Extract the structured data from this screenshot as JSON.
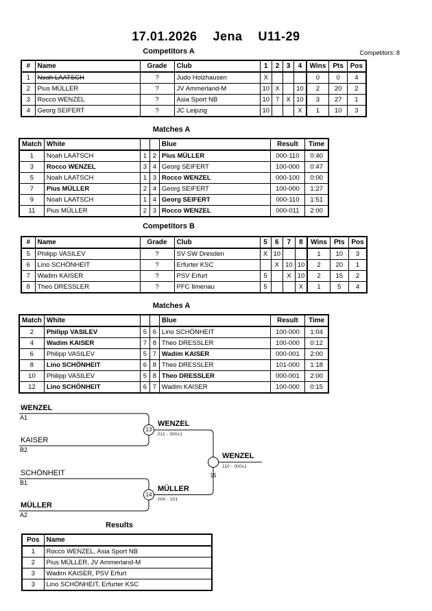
{
  "header": {
    "title": "17.01.2026  Jena  U11-29",
    "competitors_total": "Competitors: 8"
  },
  "competitors_a": {
    "heading": "Competitors A",
    "table": {
      "headers": [
        "#",
        "Name",
        "Grade",
        "Club",
        "1",
        "2",
        "3",
        "4",
        "Wins",
        "Pts",
        "Pos"
      ],
      "rows": [
        [
          "1",
          {
            "t": "Noah LAATSCH",
            "s": true
          },
          "?",
          "Judo Holzhausen",
          "X",
          "",
          "",
          "",
          "0",
          "0",
          "4"
        ],
        [
          "2",
          "Pius MÜLLER",
          "?",
          "JV Ammerland-M",
          "10",
          "X",
          "",
          "10",
          "2",
          "20",
          "2"
        ],
        [
          "3",
          "Rocco WENZEL",
          "?",
          "Asia Sport NB",
          "10",
          "7",
          "X",
          "10",
          "3",
          "27",
          "1"
        ],
        [
          "4",
          "Georg SEIFERT",
          "?",
          "JC Leipzig",
          "10",
          "",
          "",
          "X",
          "1",
          "10",
          "3"
        ]
      ]
    }
  },
  "matches_a": {
    "heading": "Matches A",
    "table": {
      "headers": [
        "Match",
        "White",
        "",
        "",
        "Blue",
        "Result",
        "Time"
      ],
      "rows": [
        [
          "1",
          "Noah LAATSCH",
          "1",
          "2",
          {
            "t": "Pius MÜLLER",
            "b": true
          },
          "000-110",
          "0:40"
        ],
        [
          "3",
          {
            "t": "Rocco WENZEL",
            "b": true
          },
          "3",
          "4",
          "Georg SEIFERT",
          "100-000",
          "0:47"
        ],
        [
          "5",
          "Noah LAATSCH",
          "1",
          "3",
          {
            "t": "Rocco WENZEL",
            "b": true
          },
          "000-100",
          "0:00"
        ],
        [
          "7",
          {
            "t": "Pius MÜLLER",
            "b": true
          },
          "2",
          "4",
          "Georg SEIFERT",
          "100-000",
          "1:27"
        ],
        [
          "9",
          "Noah LAATSCH",
          "1",
          "4",
          {
            "t": "Georg SEIFERT",
            "b": true
          },
          "000-110",
          "1:51"
        ],
        [
          "11",
          "Pius MÜLLER",
          "2",
          "3",
          {
            "t": "Rocco WENZEL",
            "b": true
          },
          "000-011",
          "2:00"
        ]
      ]
    }
  },
  "competitors_b": {
    "heading": "Competitors B",
    "table": {
      "headers": [
        "#",
        "Name",
        "Grade",
        "Club",
        "5",
        "6",
        "7",
        "8",
        "Wins",
        "Pts",
        "Pos"
      ],
      "rows": [
        [
          "5",
          "Philipp VASILEV",
          "?",
          "SV SW Dresden",
          "X",
          "10",
          "",
          "",
          "1",
          "10",
          "3"
        ],
        [
          "6",
          "Lino SCHÖNHEIT",
          "?",
          "Erfurter KSC",
          "",
          "X",
          "10",
          "10",
          "2",
          "20",
          "1"
        ],
        [
          "7",
          "Wadim KAISER",
          "?",
          "PSV Erfurt",
          "5",
          "",
          "X",
          "10",
          "2",
          "15",
          "2"
        ],
        [
          "8",
          "Theo DRESSLER",
          "?",
          "PFC Ilmenau",
          "5",
          "",
          "",
          "X",
          "1",
          "5",
          "4"
        ]
      ]
    }
  },
  "matches_b": {
    "heading": "Matches A",
    "table": {
      "headers": [
        "Match",
        "White",
        "",
        "",
        "Blue",
        "Result",
        "Time"
      ],
      "rows": [
        [
          "2",
          {
            "t": "Philipp VASILEV",
            "b": true
          },
          "5",
          "6",
          "Lino SCHÖNHEIT",
          "100-000",
          "1:04"
        ],
        [
          "4",
          {
            "t": "Wadim KAISER",
            "b": true
          },
          "7",
          "8",
          "Theo DRESSLER",
          "100-000",
          "0:12"
        ],
        [
          "6",
          "Philipp VASILEV",
          "5",
          "7",
          {
            "t": "Wadim KAISER",
            "b": true
          },
          "000-001",
          "2:00"
        ],
        [
          "8",
          {
            "t": "Lino SCHÖNHEIT",
            "b": true
          },
          "6",
          "8",
          "Theo DRESSLER",
          "101-000",
          "1:18"
        ],
        [
          "10",
          "Philipp VASILEV",
          "5",
          "8",
          {
            "t": "Theo DRESSLER",
            "b": true
          },
          "000-001",
          "2:00"
        ],
        [
          "12",
          {
            "t": "Lino SCHÖNHEIT",
            "b": true
          },
          "6",
          "7",
          "Wadim KAISER",
          "100-000",
          "0:15"
        ]
      ]
    }
  },
  "bracket": {
    "semi1": {
      "match_no": "13",
      "top": {
        "name": "WENZEL",
        "seed": "A1",
        "bold": true
      },
      "bottom": {
        "name": "KAISER",
        "seed": "B2",
        "bold": false
      },
      "winner": {
        "name": "WENZEL",
        "score": "011 - 000s1"
      }
    },
    "semi2": {
      "match_no": "14",
      "top": {
        "name": "SCHÖNHEIT",
        "seed": "B1",
        "bold": false
      },
      "bottom": {
        "name": "MÜLLER",
        "seed": "A2",
        "bold": true
      },
      "winner": {
        "name": "MÜLLER",
        "score": "000 - 101"
      }
    },
    "final": {
      "match_no": "15",
      "winner": {
        "name": "WENZEL",
        "score": "110 - 000s1"
      }
    }
  },
  "results": {
    "heading": "Results",
    "table": {
      "headers": [
        "Pos",
        "Name"
      ],
      "rows": [
        [
          "1",
          "Rocco WENZEL, Asia Sport NB"
        ],
        [
          "2",
          "Pius MÜLLER, JV Ammerland-M"
        ],
        [
          "3",
          "Wadim KAISER, PSV Erfurt"
        ],
        [
          "3",
          "Lino SCHÖNHEIT, Erfurter KSC"
        ]
      ]
    }
  }
}
